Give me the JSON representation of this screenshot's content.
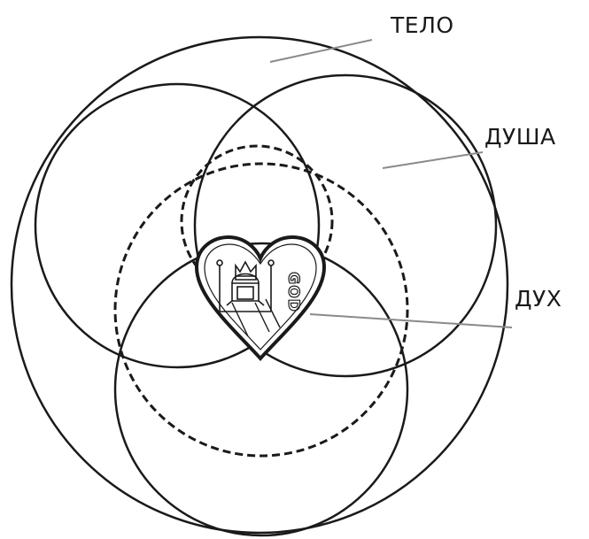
{
  "labels": {
    "body": "ТЕЛО",
    "soul": "ДУША",
    "spirit": "ДУХ"
  },
  "heart": {
    "text": "GOD"
  },
  "colors": {
    "line": "#1a1a1a",
    "leader": "#8a8a8a",
    "background": "#ffffff"
  }
}
